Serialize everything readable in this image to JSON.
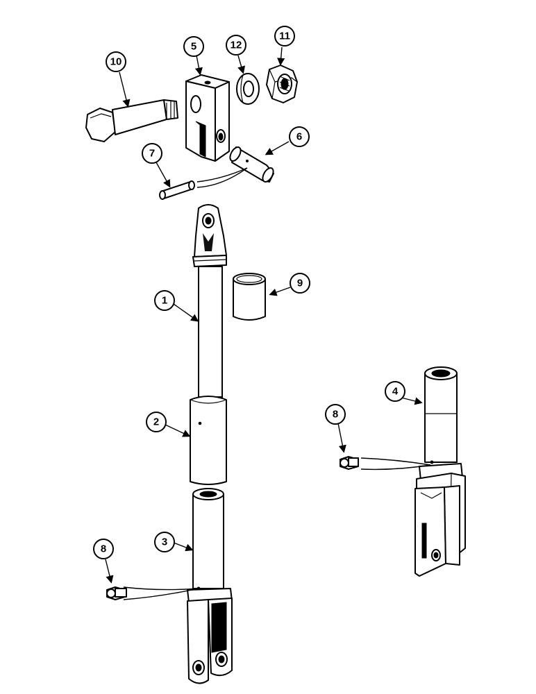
{
  "callouts": [
    {
      "id": "callout-10",
      "label": "10"
    },
    {
      "id": "callout-5",
      "label": "5"
    },
    {
      "id": "callout-12",
      "label": "12"
    },
    {
      "id": "callout-11",
      "label": "11"
    },
    {
      "id": "callout-7",
      "label": "7"
    },
    {
      "id": "callout-6",
      "label": "6"
    },
    {
      "id": "callout-9",
      "label": "9"
    },
    {
      "id": "callout-1",
      "label": "1"
    },
    {
      "id": "callout-2",
      "label": "2"
    },
    {
      "id": "callout-3",
      "label": "3"
    },
    {
      "id": "callout-8a",
      "label": "8"
    },
    {
      "id": "callout-4",
      "label": "4"
    },
    {
      "id": "callout-8b",
      "label": "8"
    }
  ]
}
